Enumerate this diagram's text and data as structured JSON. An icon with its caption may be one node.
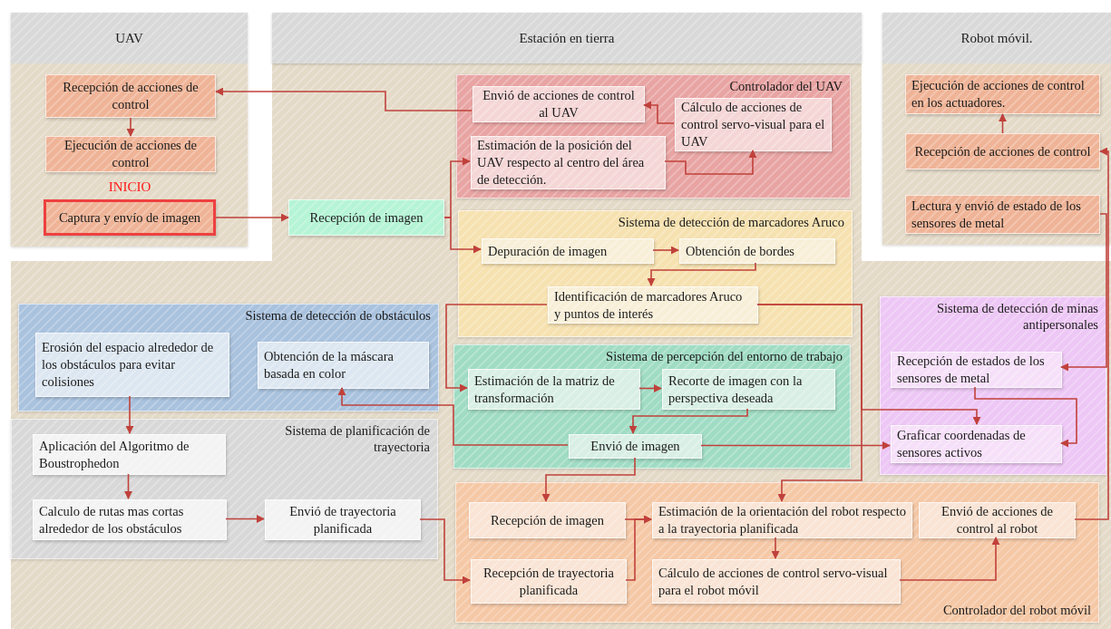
{
  "diagram": {
    "nodes": [
      {
        "text": [
          "UAV"
        ]
      },
      {
        "text": [
          "Recepción de acciones de control"
        ],
        "in": 0
      },
      {
        "text": [
          "Ejecución de acciones de control"
        ],
        "in": 0
      },
      {
        "text": [
          "Captura y envío de imagen"
        ],
        "in": 0,
        "beside": [
          "INICIO"
        ]
      },
      {
        "text": [
          "Estación en tierra"
        ]
      },
      {
        "text": [
          "Robot móvil."
        ]
      },
      {
        "text": [
          "Ejecución de acciones de control en los actuadores."
        ],
        "in": 5
      },
      {
        "text": [
          "Recepción de acciones de control"
        ],
        "in": 5
      },
      {
        "text": [
          "Lectura y envió de estado de los sensores de metal"
        ],
        "in": 5
      },
      {
        "text": [
          "Controlador del UAV"
        ]
      },
      {
        "text": [
          "Envió de acciones de control al UAV"
        ],
        "in": 9
      },
      {
        "text": [
          "Cálculo de acciones de control servo-visual para el UAV"
        ],
        "in": 9
      },
      {
        "text": [
          "Estimación de la posición del UAV respecto al centro del área de detección."
        ],
        "in": 9
      },
      {
        "text": [
          "Recepción de imagen"
        ]
      },
      {
        "text": [
          "Sistema de detección de marcadores Aruco"
        ]
      },
      {
        "text": [
          "Depuración de imagen"
        ],
        "in": 14
      },
      {
        "text": [
          "Obtención de bordes"
        ],
        "in": 14
      },
      {
        "text": [
          "Identificación de marcadores Aruco y puntos de interés"
        ],
        "in": 14
      },
      {
        "text": [
          "Sistema de detección de obstáculos"
        ]
      },
      {
        "text": [
          "Erosión del espacio alrededor de los obstáculos para evitar colisiones"
        ],
        "in": 18
      },
      {
        "text": [
          "Obtención de la máscara basada en color"
        ],
        "in": 18
      },
      {
        "text": [
          "Sistema de detección de minas antipersonales"
        ]
      },
      {
        "text": [
          "Recepción de estados de los sensores de metal"
        ],
        "in": 21
      },
      {
        "text": [
          "Graficar coordenadas de sensores activos"
        ],
        "in": 21
      },
      {
        "text": [
          "Sistema de percepción del entorno de trabajo"
        ]
      },
      {
        "text": [
          "Estimación de la matriz de transformación"
        ],
        "in": 24
      },
      {
        "text": [
          "Recorte de imagen con la perspectiva deseada"
        ],
        "in": 24
      },
      {
        "text": [
          "Envió de imagen"
        ],
        "in": 24
      },
      {
        "text": [
          "Sistema de planificación de trayectoria"
        ]
      },
      {
        "text": [
          "Aplicación del Algoritmo de Boustrophedon"
        ],
        "in": 28
      },
      {
        "text": [
          "Calculo de rutas mas cortas alrededor de los obstáculos"
        ],
        "in": 28
      },
      {
        "text": [
          "Envió de trayectoria planificada"
        ],
        "in": 28
      },
      {
        "text": [
          "Controlador del robot móvil"
        ]
      },
      {
        "text": [
          "Recepción de imagen"
        ],
        "in": 32
      },
      {
        "text": [
          "Recepción de trayectoria planificada"
        ],
        "in": 32
      },
      {
        "text": [
          "Estimación de la orientación del robot respecto a la trayectoria planificada"
        ],
        "in": 32
      },
      {
        "text": [
          "Cálculo de acciones de control servo-visual para el robot móvil"
        ],
        "in": 32
      },
      {
        "text": [
          "Envió de acciones de control al robot"
        ],
        "in": 32
      }
    ],
    "edges": [
      {
        "from": 10,
        "to": 1,
        "arrow": "to"
      },
      {
        "from": 1,
        "to": 2,
        "arrow": "to"
      },
      {
        "from": 3,
        "to": 13,
        "arrow": "to"
      },
      {
        "from": 13,
        "to": 12,
        "arrow": "to"
      },
      {
        "from": 13,
        "to": 15,
        "arrow": "to"
      },
      {
        "from": 12,
        "to": 11,
        "arrow": "to"
      },
      {
        "from": 11,
        "to": 10,
        "arrow": "to"
      },
      {
        "from": 15,
        "to": 16,
        "arrow": "to"
      },
      {
        "from": 16,
        "to": 17,
        "arrow": "to"
      },
      {
        "from": 17,
        "to": 25,
        "arrow": "to"
      },
      {
        "from": 17,
        "to": 35,
        "arrow": "to"
      },
      {
        "from": 17,
        "to": 23,
        "arrow": "to"
      },
      {
        "from": 27,
        "to": 20,
        "arrow": "to"
      },
      {
        "from": 27,
        "to": 23,
        "arrow": "to"
      },
      {
        "from": 27,
        "to": 33,
        "arrow": "to"
      },
      {
        "from": 25,
        "to": 26,
        "arrow": "to"
      },
      {
        "from": 26,
        "to": 27,
        "arrow": "to"
      },
      {
        "from": 19,
        "to": 29,
        "arrow": "to"
      },
      {
        "from": 29,
        "to": 30,
        "arrow": "to"
      },
      {
        "from": 30,
        "to": 31,
        "arrow": "to"
      },
      {
        "from": 31,
        "to": 34,
        "arrow": "to"
      },
      {
        "from": 33,
        "to": 35,
        "arrow": "to"
      },
      {
        "from": 34,
        "to": 35,
        "arrow": "to"
      },
      {
        "from": 35,
        "to": 36,
        "arrow": "to"
      },
      {
        "from": 36,
        "to": 37,
        "arrow": "to"
      },
      {
        "from": 37,
        "to": 7,
        "arrow": "to"
      },
      {
        "from": 8,
        "to": 22,
        "arrow": "to"
      },
      {
        "from": 22,
        "to": 23,
        "arrow": "to"
      },
      {
        "from": 7,
        "to": 6,
        "arrow": "to"
      }
    ]
  }
}
